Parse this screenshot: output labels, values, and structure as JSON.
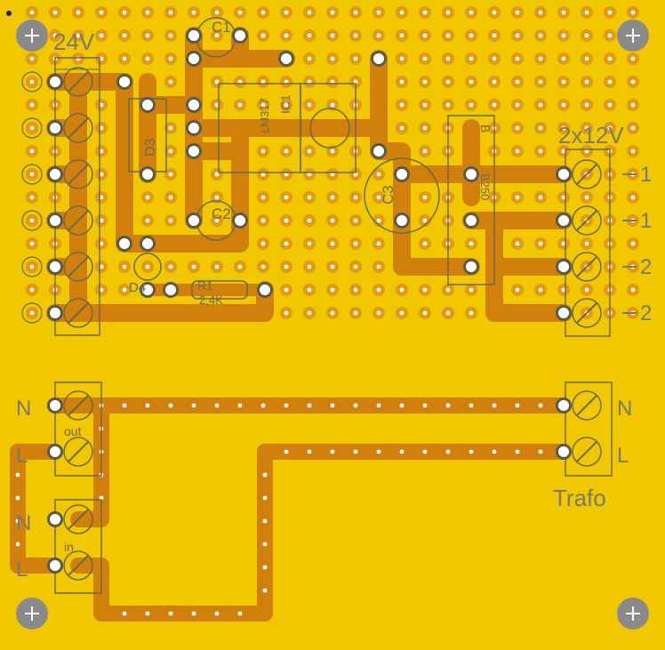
{
  "board": {
    "colors": {
      "board": "#f1c700",
      "trace": "#d2800c",
      "pad": "#ffffff",
      "copper_ring": "#e39a12",
      "component_outline": "#6a6a4a",
      "text": "#7a7a6a",
      "mount_hole": "#8a8a8a"
    }
  },
  "labels": {
    "v24": "24V",
    "v2x12": "2x12V",
    "c1": "C1",
    "c2": "C2",
    "c3": "C3",
    "d3": "D3",
    "d4": "D4",
    "r1": "R1",
    "r1_value": "2,4K",
    "ic1": "IC1",
    "vr": "LM317",
    "br": "B",
    "br_part": "B250",
    "out": "out",
    "in": "in",
    "trafo": "Trafo"
  },
  "terminals": {
    "left_ac": [
      "N",
      "L",
      "N",
      "L"
    ],
    "trafo": [
      "N",
      "L"
    ],
    "right_12v": [
      "1",
      "1",
      "2",
      "2"
    ]
  }
}
